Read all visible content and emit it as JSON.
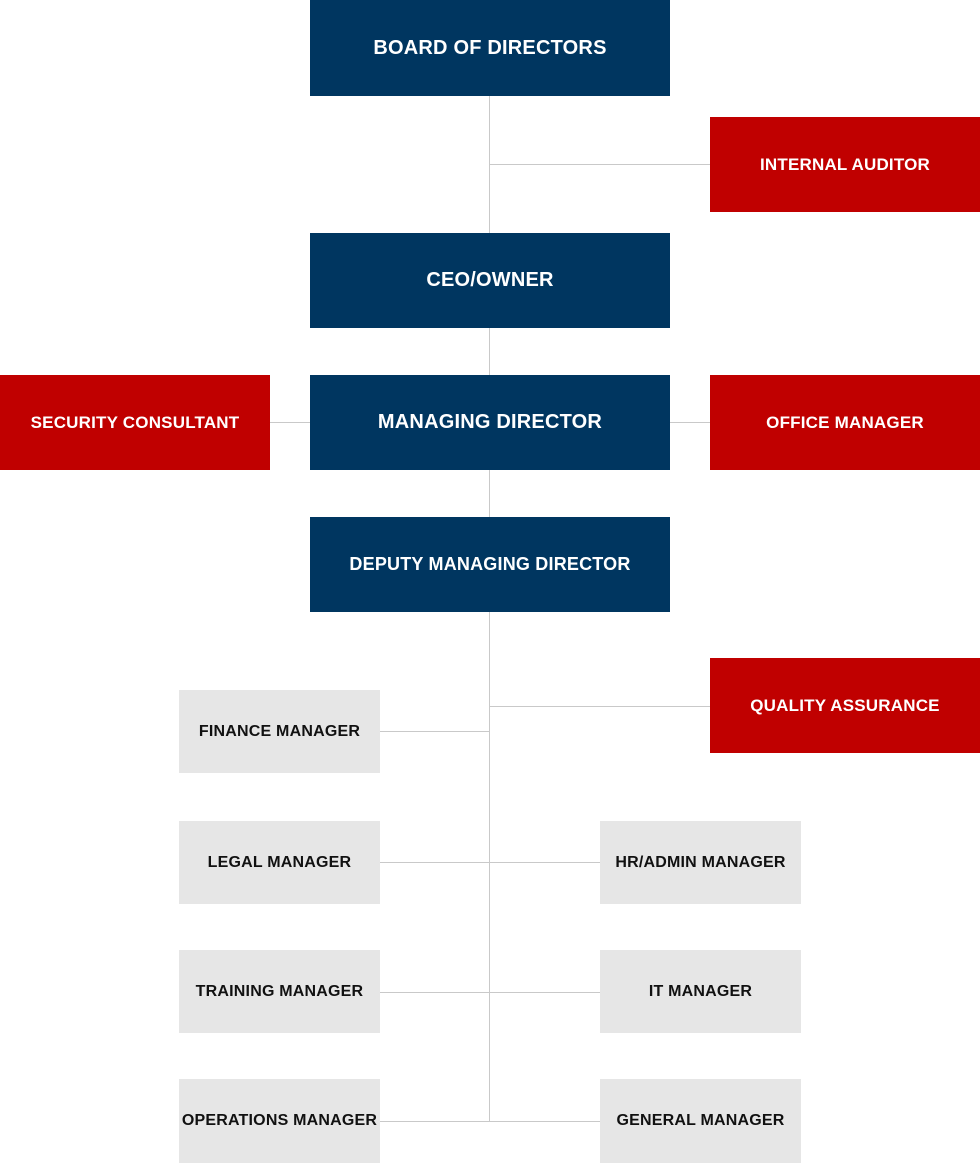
{
  "org_chart": {
    "executive": {
      "board": "BOARD OF DIRECTORS",
      "ceo": "CEO/OWNER",
      "managing_director": "MANAGING DIRECTOR",
      "deputy_managing_director": "DEPUTY MANAGING DIRECTOR"
    },
    "advisory": {
      "internal_auditor": "INTERNAL AUDITOR",
      "security_consultant": "SECURITY CONSULTANT",
      "office_manager": "OFFICE MANAGER",
      "quality_assurance": "QUALITY ASSURANCE"
    },
    "departments_left": {
      "finance": "FINANCE MANAGER",
      "legal": "LEGAL MANAGER",
      "training": "TRAINING MANAGER",
      "operations": "OPERATIONS MANAGER"
    },
    "departments_right": {
      "hr_admin": "HR/ADMIN MANAGER",
      "it": "IT MANAGER",
      "general": "GENERAL MANAGER"
    },
    "colors": {
      "executive": "#003660",
      "advisory": "#c00000",
      "department": "#e6e6e6",
      "connector": "#c9c9c9"
    }
  }
}
